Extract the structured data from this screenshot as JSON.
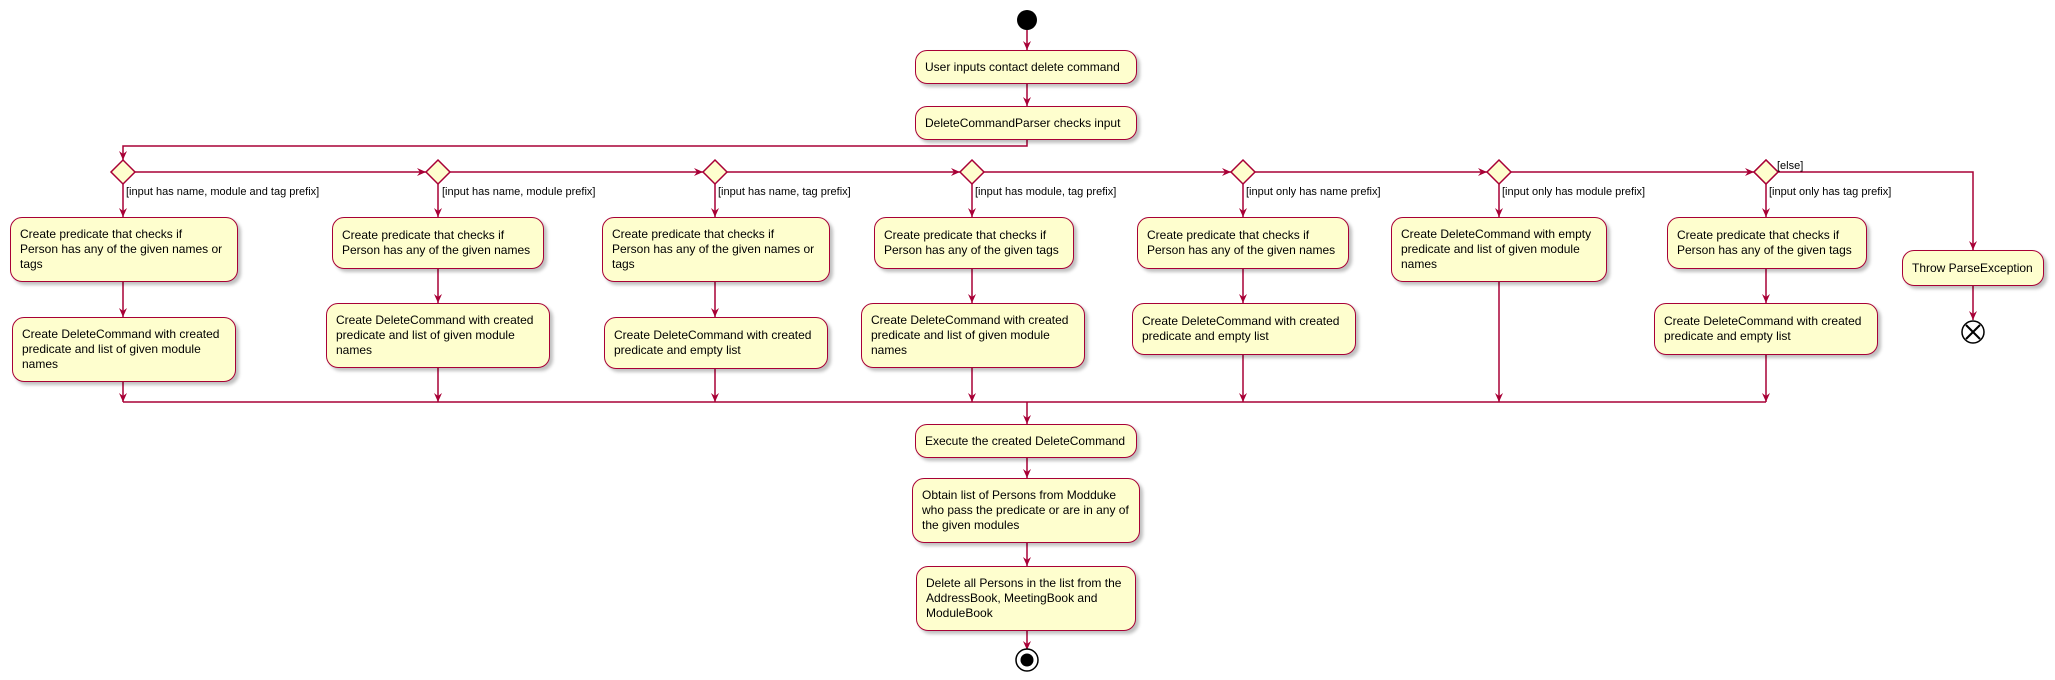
{
  "colors": {
    "node_fill": "#FEFECE",
    "border": "#A80036",
    "start_end": "#000000"
  },
  "diagram": {
    "top_nodes": [
      "User inputs contact delete command",
      "DeleteCommandParser checks input"
    ],
    "branches": [
      {
        "guard": "[input has name, module and tag prefix]",
        "steps": [
          "Create predicate that checks if\nPerson has any of the given names or\ntags",
          "Create DeleteCommand with created\npredicate and list of given module\nnames"
        ]
      },
      {
        "guard": "[input has name, module prefix]",
        "steps": [
          "Create predicate that checks if\nPerson has any of the given names",
          "Create DeleteCommand with created\npredicate and list of given module\nnames"
        ]
      },
      {
        "guard": "[input has name, tag prefix]",
        "steps": [
          "Create predicate that checks if\nPerson has any of the given names or\ntags",
          "Create DeleteCommand with created\npredicate and empty list"
        ]
      },
      {
        "guard": "[input has module, tag prefix]",
        "steps": [
          "Create predicate that checks if\nPerson has any of the given tags",
          "Create DeleteCommand with created\npredicate and list of given module\nnames"
        ]
      },
      {
        "guard": "[input only has name prefix]",
        "steps": [
          "Create predicate that checks if\nPerson has any of the given names",
          "Create DeleteCommand with created\npredicate and empty list"
        ]
      },
      {
        "guard": "[input only has module prefix]",
        "steps": [
          "Create DeleteCommand with empty\npredicate and list of given module\nnames"
        ]
      },
      {
        "guard": "[input only has tag prefix]",
        "steps": [
          "Create predicate that checks if\nPerson has any of the given tags",
          "Create DeleteCommand with created\npredicate and empty list"
        ]
      }
    ],
    "else_branch": {
      "guard": "[else]",
      "step": "Throw ParseException"
    },
    "bottom_nodes": [
      "Execute the created DeleteCommand",
      "Obtain list of Persons from Modduke\nwho pass the predicate or are in any of\nthe given modules",
      "Delete all Persons in the list from the\nAddressBook, MeetingBook and\nModuleBook"
    ]
  }
}
